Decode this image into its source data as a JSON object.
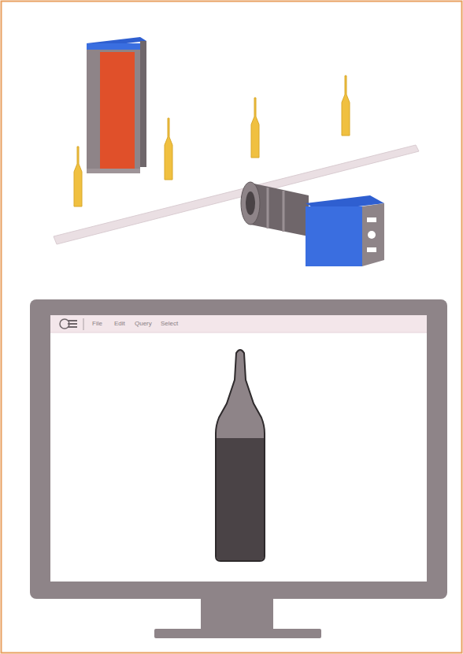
{
  "diagram": {
    "labels": [
      "File",
      "Edit",
      "Query",
      "Select"
    ]
  }
}
